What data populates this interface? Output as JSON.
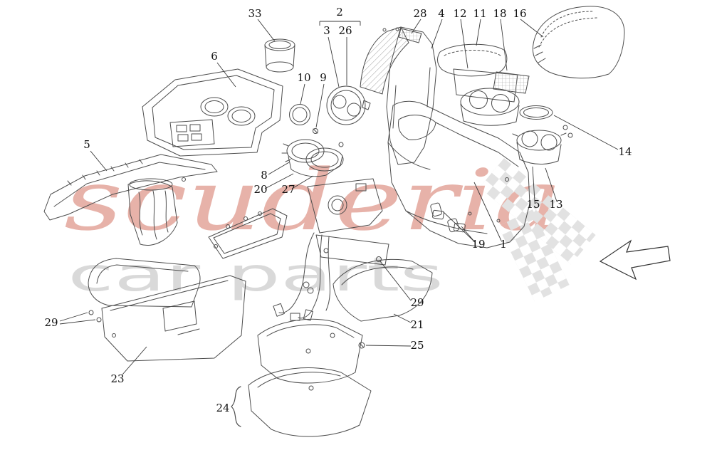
{
  "watermark": {
    "line1": "scuderia",
    "line2": "car parts",
    "color_line1": "#e7b2a9",
    "color_line2": "#d9d9d9"
  },
  "diagram": {
    "line_color": "#4d4d4d",
    "leader_color": "#3a3a3a",
    "label_color": "#111111",
    "flag_color": "#e2e2e2",
    "part_labels": [
      "33",
      "2",
      "3",
      "26",
      "28",
      "4",
      "12",
      "11",
      "18",
      "16",
      "6",
      "10",
      "9",
      "5",
      "8",
      "20",
      "27",
      "14",
      "15",
      "13",
      "19",
      "1",
      "29",
      "29",
      "21",
      "25",
      "23",
      "24"
    ]
  },
  "decorations": {
    "flag_icon": "checkered-flag",
    "arrow_icon": "direction-arrow-left"
  }
}
